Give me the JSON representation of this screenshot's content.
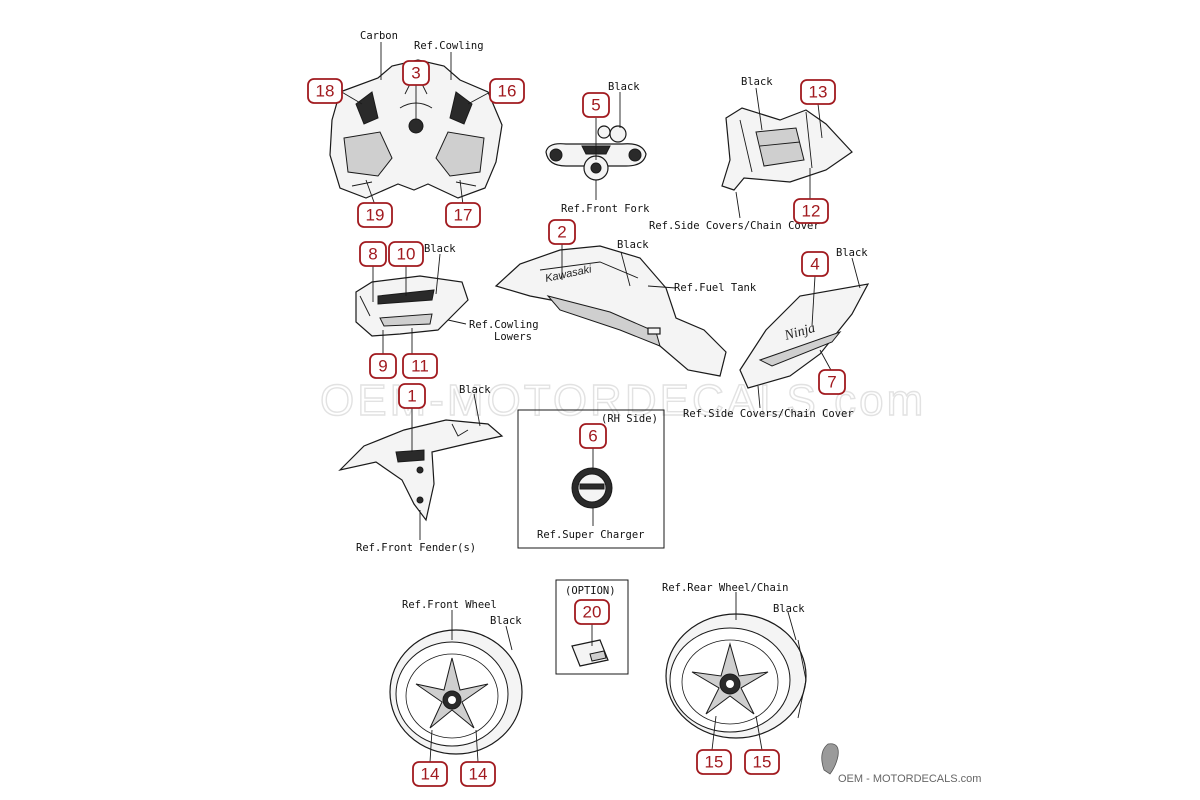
{
  "labels": {
    "carbon": "Carbon",
    "ref_cowling": "Ref.Cowling",
    "black_fork": "Black",
    "ref_front_fork": "Ref.Front Fork",
    "black_tail": "Black",
    "ref_side_covers_top": "Ref.Side Covers/Chain Cover",
    "black_lower": "Black",
    "ref_cowling_lowers_1": "Ref.Cowling",
    "ref_cowling_lowers_2": "Lowers",
    "black_tank": "Black",
    "ref_fuel_tank": "Ref.Fuel Tank",
    "black_side": "Black",
    "ref_side_covers_bottom": "Ref.Side Covers/Chain Cover",
    "black_fender": "Black",
    "ref_front_fenders": "Ref.Front Fender(s)",
    "rh_side": "(RH Side)",
    "ref_super_charger": "Ref.Super Charger",
    "option": "(OPTION)",
    "ref_front_wheel": "Ref.Front Wheel",
    "black_front_wheel": "Black",
    "ref_rear_wheel": "Ref.Rear Wheel/Chain",
    "black_rear_wheel": "Black"
  },
  "part_marks": {
    "tank_brand": "Kawasaki",
    "side_brand": "Ninja"
  },
  "badges": {
    "b1": "1",
    "b2": "2",
    "b3": "3",
    "b4": "4",
    "b5": "5",
    "b6": "6",
    "b7": "7",
    "b8": "8",
    "b9": "9",
    "b10": "10",
    "b11": "11",
    "b12": "12",
    "b13": "13",
    "b14a": "14",
    "b14b": "14",
    "b15a": "15",
    "b15b": "15",
    "b16": "16",
    "b17": "17",
    "b18": "18",
    "b19": "19",
    "b20": "20"
  },
  "watermark": {
    "main": "OEM-MOTORDECALS.com",
    "footer": "OEM - MOTORDECALS.com"
  },
  "colors": {
    "badge": "#a11a1f",
    "line": "#1a1a1a"
  }
}
